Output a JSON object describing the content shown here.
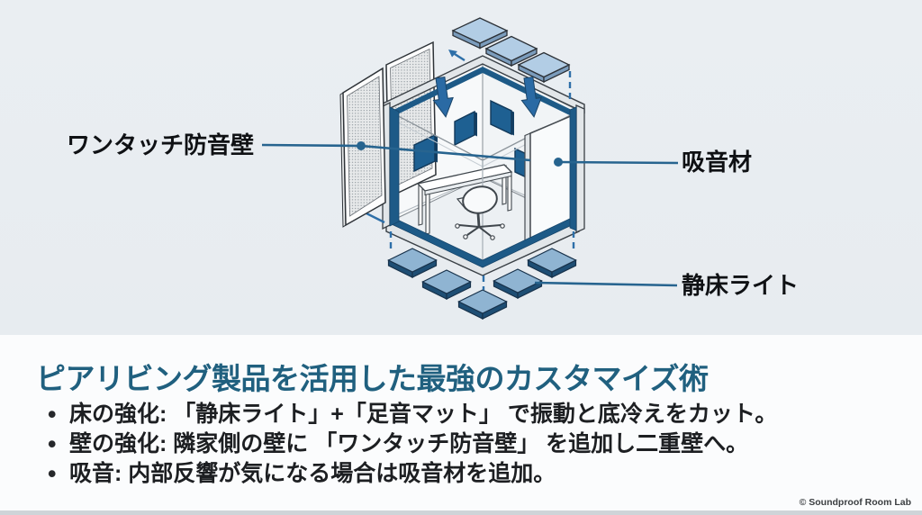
{
  "diagram": {
    "labels": {
      "left": "ワンタッチ防音壁",
      "right": "吸音材",
      "bottom": "静床ライト"
    },
    "elements": {
      "perforated_panels": "one-touch-soundproof-wall-panels",
      "ceiling_tiles": 3,
      "floor_tiles": 5,
      "acoustic_wall_panels": 4
    }
  },
  "content": {
    "title": "ピアリビング製品を活用した最強のカスタマイズ術",
    "bullets": [
      "床の強化: 「静床ライト」+「足音マット」 で振動と底冷えをカット。",
      "壁の強化: 隣家側の壁に 「ワンタッチ防音壁」 を追加し二重壁へ。",
      "吸音: 内部反響が気になる場合は吸音材を追加。"
    ]
  },
  "footer": {
    "copyright": "© Soundproof Room Lab"
  },
  "colors": {
    "background_top": "#e9edf1",
    "background_bottom": "#fbfcfd",
    "title_color": "#20607f",
    "trim_blue": "#1d5a87",
    "acoustic_panel_blue": "#1e6092",
    "arrow_blue": "#2a6aa4",
    "connector_blue": "#27648f",
    "floor_tile_blue": "#8fb4d2",
    "ceiling_tile_blue": "#b2cde5"
  }
}
